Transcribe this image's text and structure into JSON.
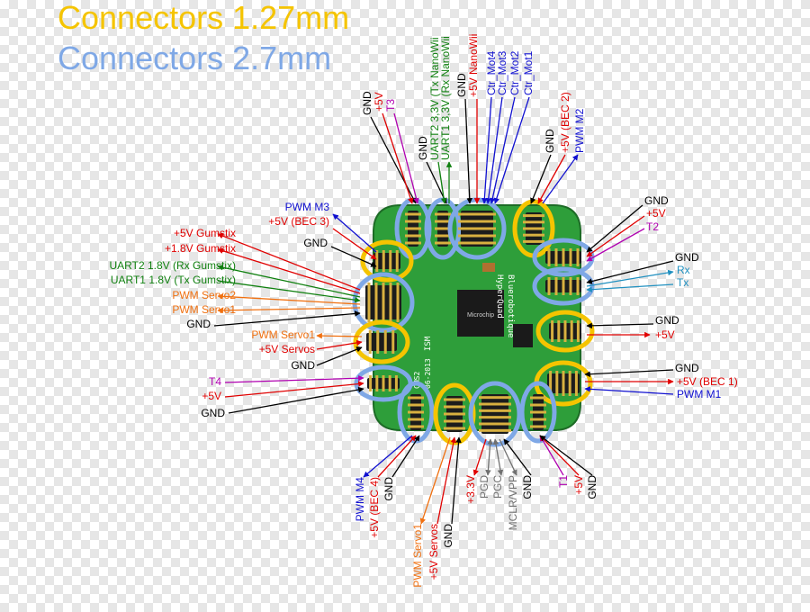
{
  "legend": {
    "title_127": "Connectors 1.27mm",
    "title_27": "Connectors 2.7mm",
    "color_127": "#f5c400",
    "color_27": "#7fa8e6"
  },
  "colors": {
    "gnd": "#000000",
    "power": "#e00000",
    "signal_purple": "#b000b0",
    "uart_green": "#108010",
    "pwm_blue": "#1010d0",
    "serial_cyan": "#2090c0",
    "servo_orange": "#f07010",
    "prog_gray": "#707070",
    "board_green": "#2e9e3a"
  },
  "board": {
    "name_line1": "Bluerobotique",
    "name_line2": "HyperQuad",
    "chip_label": "Microchip",
    "ism_label": "ISM",
    "date_line1": "CMS2",
    "date_line2": "06-2013"
  },
  "labels": {
    "top_left": {
      "gnd": "GND",
      "v5": "+5V",
      "t3": "T3",
      "gnd2": "GND",
      "uart2": "UART2 3,3V (Tx NanoWii",
      "uart1": "UART1 3,3V (Rx NanoWii",
      "gnd3": "GND",
      "v5_nano": "+5V NanoWii",
      "mot4": "Ctr_Mot4",
      "mot3": "Ctr_Mot3",
      "mot2": "Ctr_Mot2",
      "mot1": "Ctr_Mot1"
    },
    "top_right": {
      "gnd": "GND",
      "v5_bec2": "+5V  (BEC 2)",
      "pwm_m2": "PWM M2"
    },
    "right": {
      "gnd_t2": "GND",
      "v5_t2": "+5V",
      "t2": "T2",
      "gnd_rx": "GND",
      "rx": "Rx",
      "tx": "Tx",
      "gnd_m": "GND",
      "v5_m": "+5V",
      "gnd_m1": "GND",
      "v5_bec1": "+5V  (BEC 1)",
      "pwm_m1": "PWM M1"
    },
    "left": {
      "pwm_m3": "PWM M3",
      "v5_bec3": "+5V  (BEC 3)",
      "gnd_m3": "GND",
      "v5_gumstix": "+5V Gumstix",
      "v18_gumstix": "+1.8V Gumstix",
      "uart2_gum": "UART2 1.8V (Rx Gumstix)",
      "uart1_gum": "UART1 1.8V (Tx Gumstix)",
      "servo2": "PWM Servo2",
      "servo1a": "PWM Servo1",
      "gnd_servo": "GND",
      "servo1b": "PWM Servo1",
      "v5_servos": "+5V Servos",
      "gnd_servos": "GND",
      "t4": "T4",
      "v5_t4": "+5V",
      "gnd_t4": "GND"
    },
    "bottom": {
      "pwm_m4": "PWM M4",
      "v5_bec4": "+5V  (BEC 4)",
      "gnd_m4": "GND",
      "servo1": "PWM Servo1",
      "v5_servos": "+5V Servos",
      "gnd_servo": "GND",
      "v33": "+3.3V",
      "pgd": "PGD",
      "pgc": "PGC",
      "mclr": "MCLR/VPP",
      "gnd_prog": "GND",
      "t1": "T1",
      "v5_t1": "+5V",
      "gnd_t1": "GND"
    }
  }
}
